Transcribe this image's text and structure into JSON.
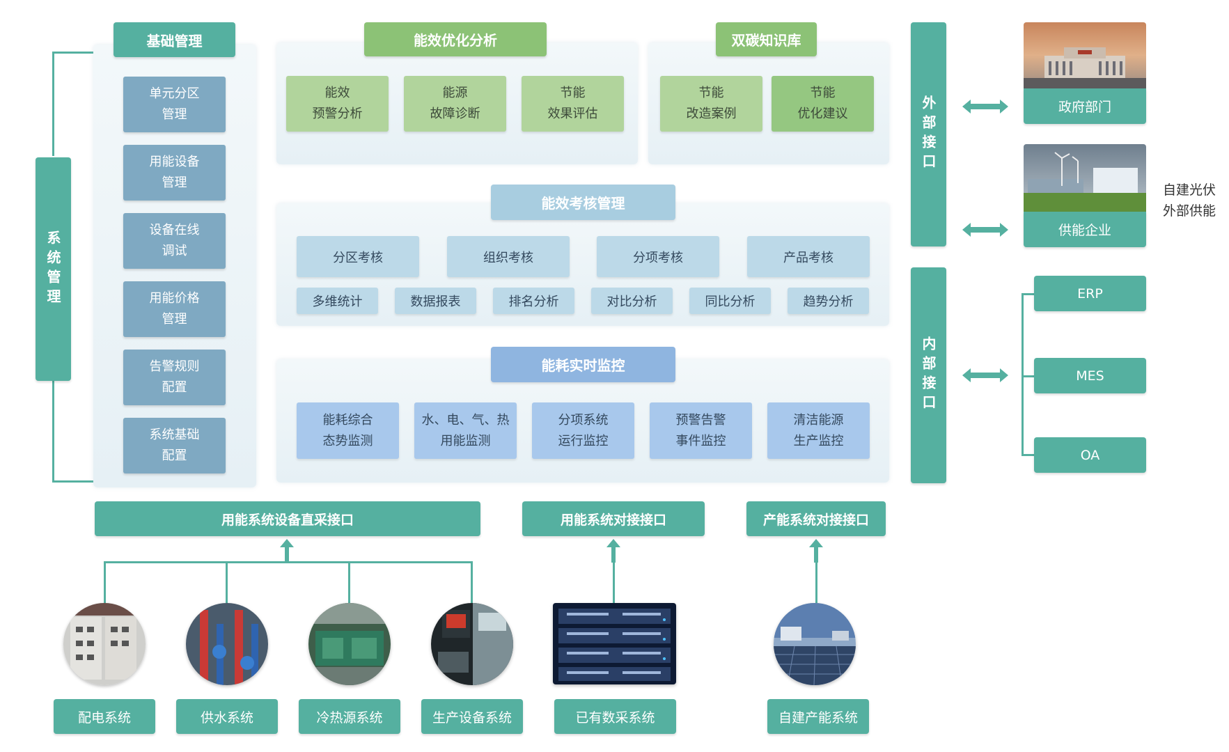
{
  "system_mgmt": "系统管理",
  "basic_mgmt": {
    "title": "基础管理",
    "items": [
      "单元分区\n管理",
      "用能设备\n管理",
      "设备在线\n调试",
      "用能价格\n管理",
      "告警规则\n配置",
      "系统基础\n配置"
    ]
  },
  "efficiency_analysis": {
    "title": "能效优化分析",
    "items": [
      "能效\n预警分析",
      "能源\n故障诊断",
      "节能\n效果评估"
    ]
  },
  "carbon_kb": {
    "title": "双碳知识库",
    "items": [
      "节能\n改造案例",
      "节能\n优化建议"
    ]
  },
  "assessment": {
    "title": "能效考核管理",
    "row1": [
      "分区考核",
      "组织考核",
      "分项考核",
      "产品考核"
    ],
    "row2": [
      "多维统计",
      "数据报表",
      "排名分析",
      "对比分析",
      "同比分析",
      "趋势分析"
    ]
  },
  "monitoring": {
    "title": "能耗实时监控",
    "items": [
      "能耗综合\n态势监测",
      "水、电、气、热\n用能监测",
      "分项系统\n运行监控",
      "预警告警\n事件监控",
      "清洁能源\n生产监控"
    ]
  },
  "external_interface": "外部接口",
  "internal_interface": "内部接口",
  "external": {
    "gov": "政府部门",
    "supply": "供能企业",
    "note": "自建光伏\n外部供能"
  },
  "internal": [
    "ERP",
    "MES",
    "OA"
  ],
  "interfaces": {
    "direct": "用能系统设备直采接口",
    "docking": "用能系统对接接口",
    "production": "产能系统对接接口"
  },
  "sources": {
    "power": "配电系统",
    "water": "供水系统",
    "hvac": "冷热源系统",
    "equipment": "生产设备系统",
    "existing": "已有数采系统",
    "self_gen": "自建产能系统"
  },
  "colors": {
    "teal": "#55b0a0",
    "green_head": "#8cc276",
    "green_card": "#b1d49c",
    "blue_head": "#a8cde0",
    "blue_card": "#bcd9e8",
    "side_card": "#7fa9c2"
  }
}
